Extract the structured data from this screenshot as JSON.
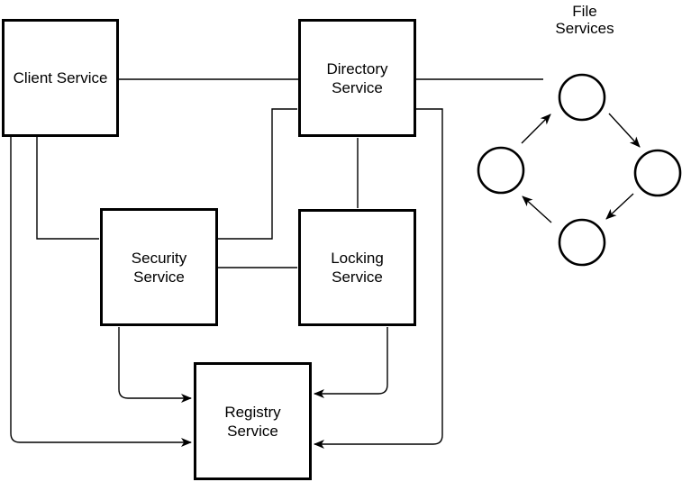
{
  "diagram": {
    "background_color": "#ffffff",
    "line_color": "#000000",
    "nodes": {
      "client": {
        "label": "Client Service"
      },
      "directory": {
        "label": "Directory\nService"
      },
      "security": {
        "label": "Security\nService"
      },
      "locking": {
        "label": "Locking\nService"
      },
      "registry": {
        "label": "Registry\nService"
      }
    },
    "file_services": {
      "label": "File\nServices",
      "node_count": 4,
      "node_shape": "circle",
      "cycle_order": [
        "left",
        "top",
        "right",
        "bottom",
        "left"
      ]
    },
    "edges": [
      {
        "from": "client",
        "to": "directory",
        "arrow": false
      },
      {
        "from": "directory",
        "to": "file-services",
        "arrow": false
      },
      {
        "from": "client",
        "to": "security",
        "arrow": false
      },
      {
        "from": "client",
        "to": "registry",
        "arrow": true
      },
      {
        "from": "security",
        "to": "directory",
        "arrow": false
      },
      {
        "from": "security",
        "to": "locking",
        "arrow": false
      },
      {
        "from": "directory",
        "to": "locking",
        "arrow": false
      },
      {
        "from": "security",
        "to": "registry",
        "arrow": true
      },
      {
        "from": "locking",
        "to": "registry",
        "arrow": true
      },
      {
        "from": "directory",
        "to": "registry",
        "arrow": true
      },
      {
        "from": "file-left",
        "to": "file-top",
        "arrow": true
      },
      {
        "from": "file-top",
        "to": "file-right",
        "arrow": true
      },
      {
        "from": "file-right",
        "to": "file-bottom",
        "arrow": true
      },
      {
        "from": "file-bottom",
        "to": "file-left",
        "arrow": true
      }
    ]
  }
}
